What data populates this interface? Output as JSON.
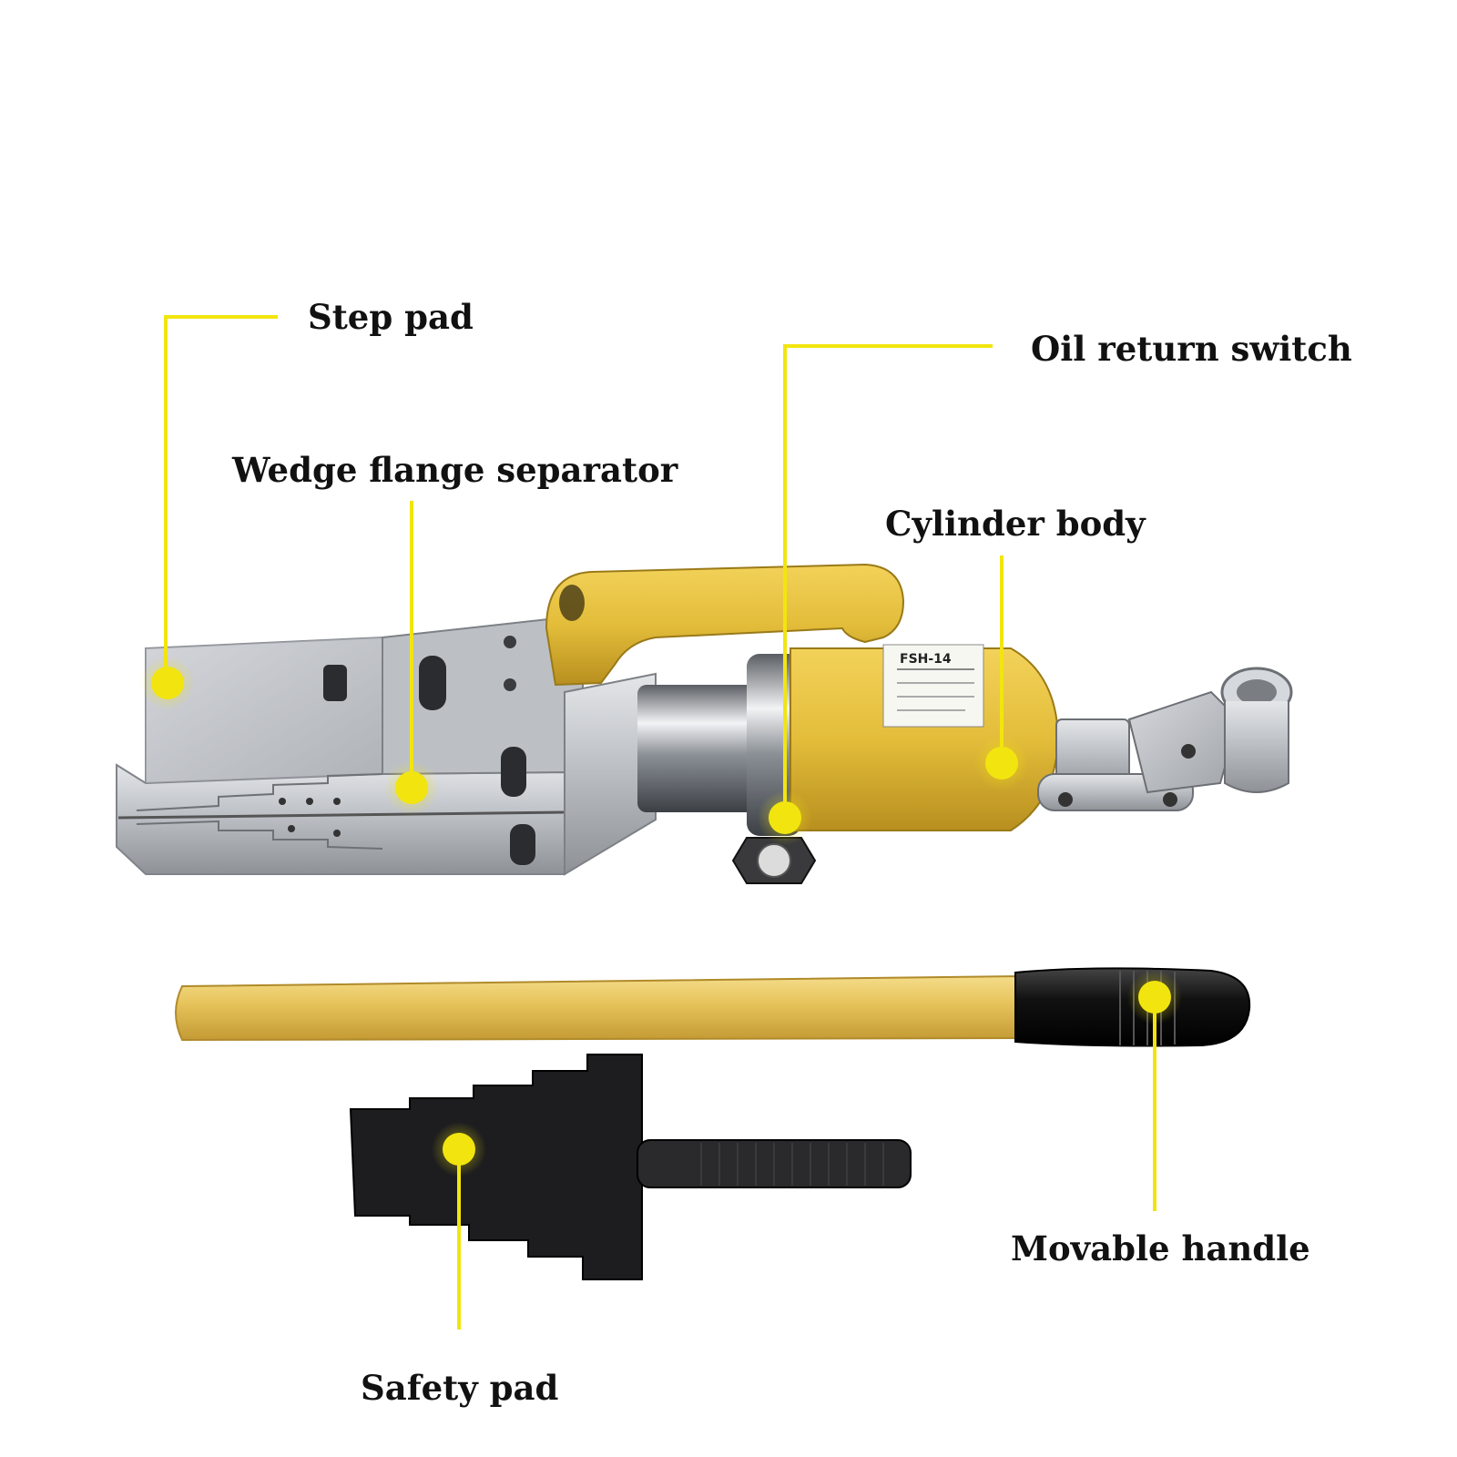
{
  "colors": {
    "callout": "#f2e50f",
    "tool_yellow": "#e8c23a",
    "steel": "#c9ccd0",
    "black_part": "#1c1c1c"
  },
  "labels": {
    "step_pad": "Step pad",
    "wedge": "Wedge flange separator",
    "oil_return": "Oil return switch",
    "cylinder": "Cylinder body",
    "movable_handle": "Movable handle",
    "safety_pad": "Safety pad"
  },
  "nameplate": {
    "model": "FSH-14"
  }
}
